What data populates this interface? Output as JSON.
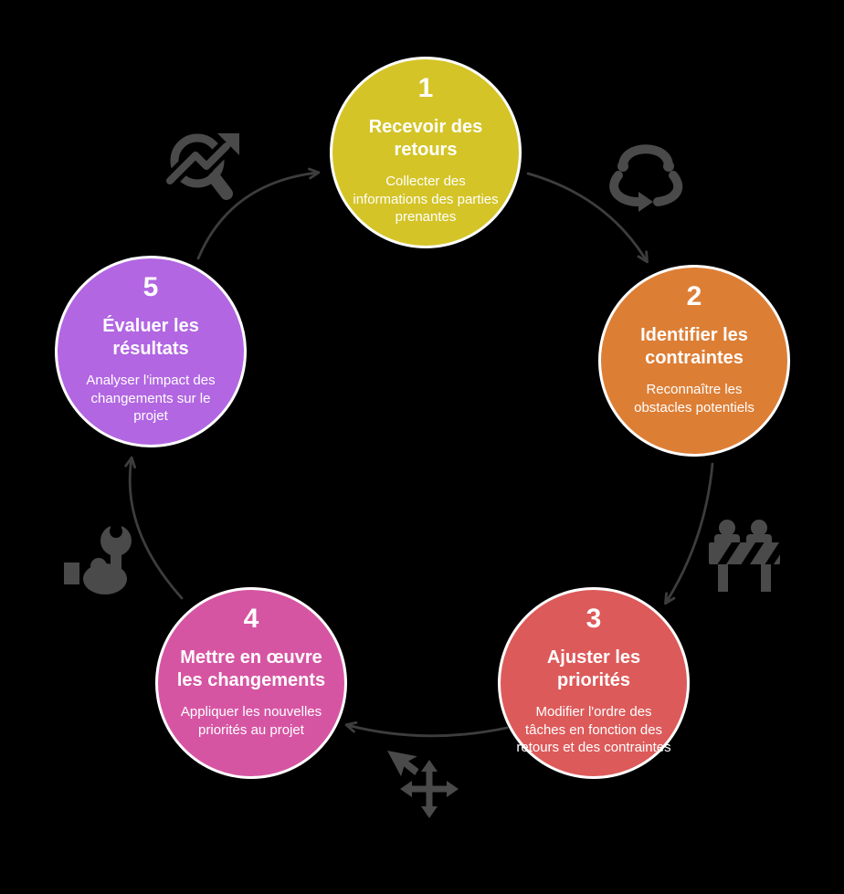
{
  "figure": {
    "type": "cycle-diagram",
    "language": "fr",
    "background_color": "#000000",
    "text_color": "#ffffff",
    "circle_border_color": "#ffffff",
    "arrow_color": "#3d3d3d",
    "icon_color": "#4a4a4a",
    "steps": [
      {
        "number": "1",
        "title": "Recevoir des retours",
        "description": "Collecter des informations des parties prenantes",
        "color": "#d4c427",
        "icon": "loop-arrows-icon"
      },
      {
        "number": "2",
        "title": "Identifier les contraintes",
        "description": "Reconnaître les obstacles potentiels",
        "color": "#dd7e35",
        "icon": "barrier-obstacle-icon"
      },
      {
        "number": "3",
        "title": "Ajuster les priorités",
        "description": "Modifier l'ordre des tâches en fonction des retours et des contraintes",
        "color": "#dd5a5a",
        "icon": "move-cursor-icon"
      },
      {
        "number": "4",
        "title": "Mettre en œuvre les changements",
        "description": "Appliquer les nouvelles priorités au projet",
        "color": "#d655a3",
        "icon": "hand-wrench-icon"
      },
      {
        "number": "5",
        "title": "Évaluer les résultats",
        "description": "Analyser l'impact des changements sur le projet",
        "color": "#b266e2",
        "icon": "trend-analysis-magnifier-icon"
      }
    ]
  }
}
